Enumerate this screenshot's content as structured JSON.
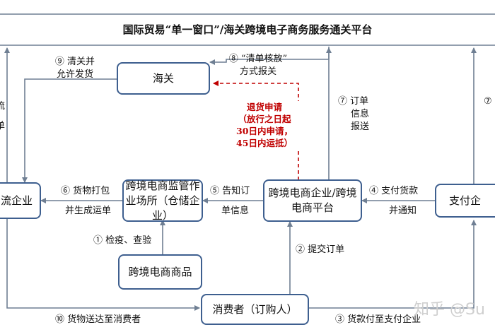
{
  "title": "国际贸易“单一窗口”/海关跨境电子商务服务通关平台",
  "nodes": {
    "customs": "海关",
    "logistics": "流企业",
    "warehouse": "跨境电商监管作业场所（仓储企业）",
    "platform": "跨境电商企业/跨境电商平台",
    "payment": "支付企",
    "goods": "跨境电商商品",
    "consumer": "消费者（订购人）"
  },
  "steps": {
    "s1": "① 检疫、查验",
    "s2": "② 提交订单",
    "s3": "③ 货款付至支付企业",
    "s4a": "④ 支付货款",
    "s4b": "并通知",
    "s5a": "⑤ 告知订",
    "s5b": "单信息",
    "s6a": "⑥ 货物打包",
    "s6b": "并生成运单",
    "s7a": "⑦ 订单",
    "s7b": "信息",
    "s7c": "报送",
    "s7right": "⑦",
    "s8a": "⑧ “清单核放”",
    "s8b": "方式报关",
    "s9a": "⑨ 清关并",
    "s9b": "允许发货",
    "s10": "⑩ 货物送达至消费者"
  },
  "return_note": {
    "l1": "退货申请",
    "l2": "（放行之日起",
    "l3": "30日内申请，",
    "l4": "45日内运抵）"
  },
  "left_edge": {
    "c1": "流",
    "c2": "单"
  },
  "watermark": "知乎 @Su",
  "colors": {
    "box_border": "#3e5f8f",
    "line": "#6f7f93",
    "red": "#c00000"
  }
}
